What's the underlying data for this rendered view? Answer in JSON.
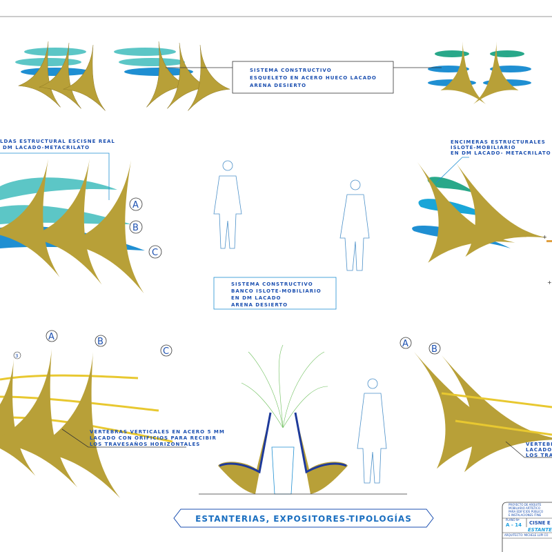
{
  "colors": {
    "gold": "#b8a038",
    "teal": "#5cc6c6",
    "blue": "#1f8fd2",
    "darkblue": "#1e3a9a",
    "text": "#1b4fb0"
  },
  "top_note": [
    "SISTEMA CONSTRUCTIVO",
    "ESQUELETO EN ACERO HUECO LACADO",
    "ARENA DESIERTO"
  ],
  "left_note": [
    "LDAS ESTRUCTURAL ESCISNE REAL",
    "DM LACADO-METACRILATO"
  ],
  "right_note": [
    "ENCIMERAS ESTRUCTURALES",
    "ISLOTE-MOBILIARIO",
    "EN DM LACADO- METACRILATO"
  ],
  "center_note": [
    "SISTEMA CONSTRUCTIVO",
    "BANCO ISLOTE-MOBILIARIO",
    "EN DM LACADO",
    "ARENA DESIERTO"
  ],
  "bottom_note": [
    "VERTEBRAS VERTICALES EN ACERO 5 MM",
    "LACADO CON ORIFICIOS PARA RECIBIR",
    "LOS TRAVESAÑOS HORIZONTALES"
  ],
  "bottom_right_note": [
    "VERTEBRA",
    "LACADO C",
    "LOS TRAV"
  ],
  "labels": {
    "a": "A",
    "b": "B",
    "c": "C",
    "three": "3"
  },
  "sheet_title": "ESTANTERIAS, EXPOSITORES-TIPOLOGÍAS",
  "title_block": {
    "project": [
      "PROYECTO DE ARQUITE",
      "MOBILIARIO ARTÍSTICO",
      "PARA EDIFICIOS PÚBLICO",
      "E INSTALACIONES ITINE"
    ],
    "plan_label": "PLANO Nº",
    "plan_number": "A - 14",
    "name": "CISNE E",
    "subtitle": "ESTANTE",
    "architect": "ARQUITECTO: MICHELE LUPI CO"
  }
}
